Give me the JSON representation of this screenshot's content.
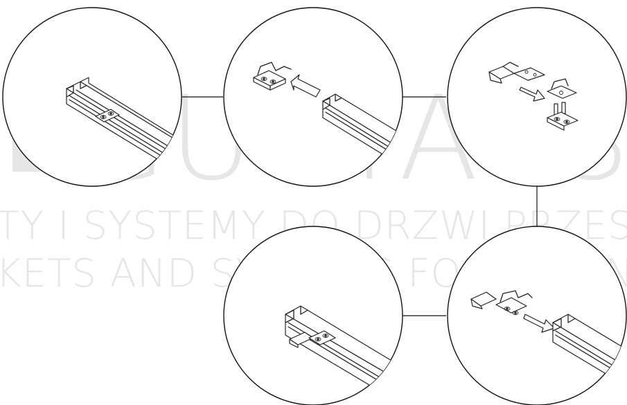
{
  "watermark": {
    "brand": "GUSTAVSO",
    "line1": "TY I SYSTEMY DO DRZWI PRZESUWN",
    "line2": "KETS AND SYSTEMS FOR SLIDING DO",
    "color": "#e6e6e6"
  },
  "steps": [
    {
      "id": "step-1",
      "depicts": "rail-end-with-holder"
    },
    {
      "id": "step-2",
      "depicts": "insert-holder-into-rail"
    },
    {
      "id": "step-3",
      "depicts": "holder-parts-assembly"
    },
    {
      "id": "step-4",
      "depicts": "holder-with-clip-inserted"
    },
    {
      "id": "step-5",
      "depicts": "slide-assembly-into-rail"
    }
  ],
  "colors": {
    "stroke": "#111111",
    "background": "#ffffff"
  }
}
